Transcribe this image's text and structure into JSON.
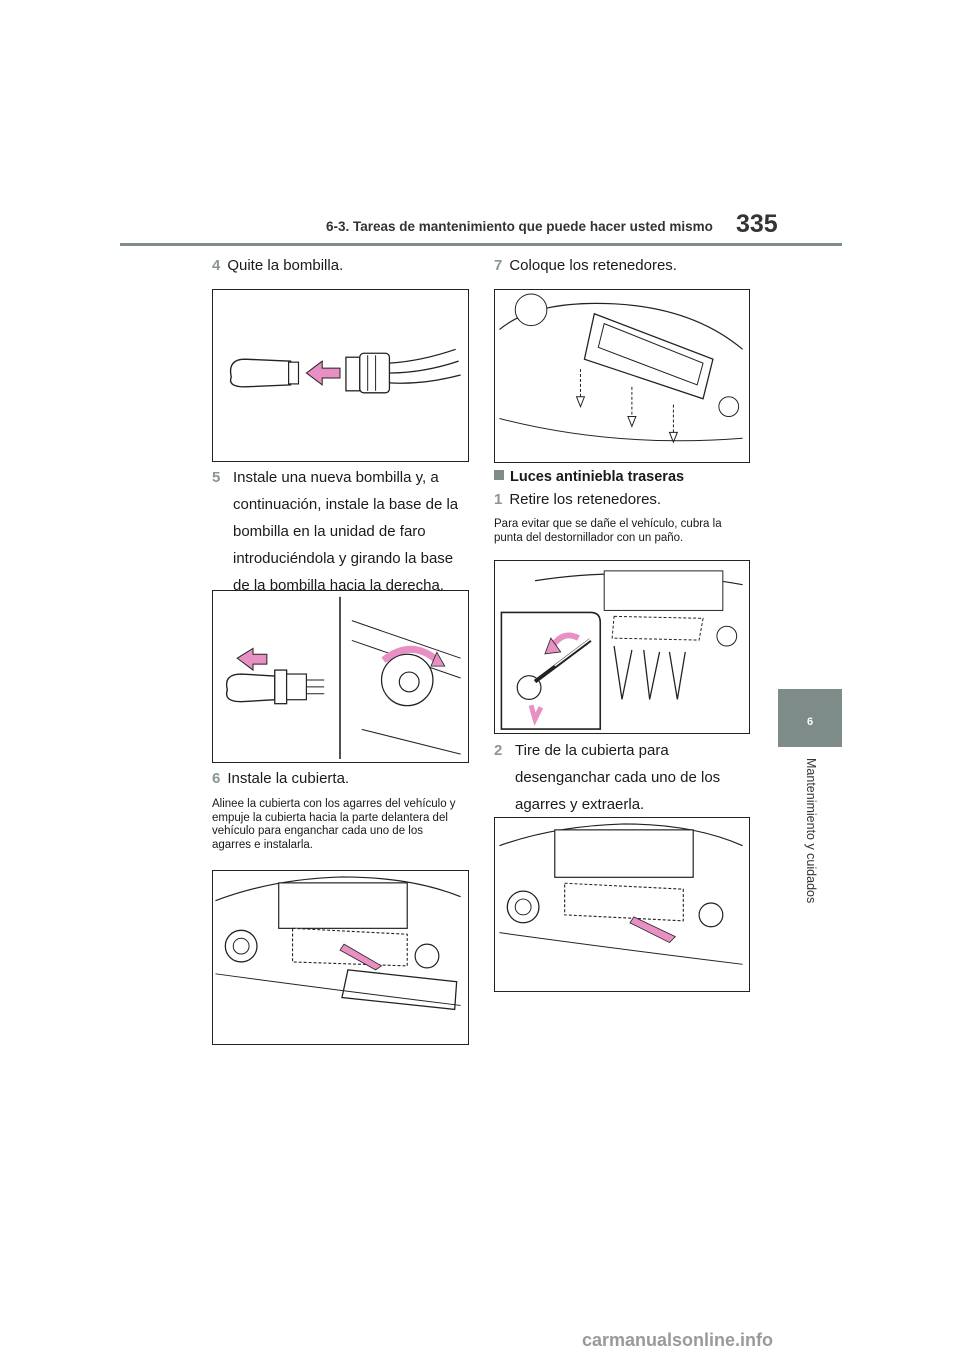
{
  "header": {
    "section_title": "6-3. Tareas de mantenimiento que puede hacer usted mismo",
    "page_number": "335"
  },
  "side_tab": {
    "chapter_number": "6",
    "chapter_label": "Mantenimiento y cuidados"
  },
  "left_column": {
    "step4": {
      "number": "4",
      "text": "Quite la bombilla."
    },
    "step5": {
      "number": "5",
      "text": "Instale una nueva bombilla y, a continuación, instale la base de la bombilla en la unidad de faro introduciéndola y girando la base de la bombilla hacia la derecha."
    },
    "step6": {
      "number": "6",
      "text": "Instale la cubierta."
    },
    "step6_note": "Alinee la cubierta con los agarres del vehículo y empuje la cubierta hacia la parte delantera del vehículo para enganchar cada uno de los agarres e instalarla."
  },
  "right_column": {
    "step7": {
      "number": "7",
      "text": "Coloque los retenedores."
    },
    "section_heading": "Luces antiniebla traseras",
    "step1": {
      "number": "1",
      "text": "Retire los retenedores."
    },
    "step1_note": "Para evitar que se dañe el vehículo, cubra la punta del destornillador con un paño.",
    "step2": {
      "number": "2",
      "text": "Tire de la cubierta para desenganchar cada uno de los agarres y extraerla."
    }
  },
  "colors": {
    "accent_gray": "#7d8b89",
    "arrow_pink": "#e88fc3"
  },
  "watermark": "carmanualsonline.info"
}
